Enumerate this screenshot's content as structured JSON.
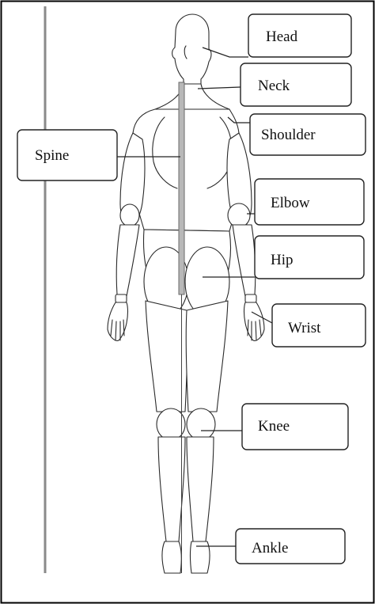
{
  "labels": {
    "head": "Head",
    "neck": "Neck",
    "shoulder": "Shoulder",
    "spine": "Spine",
    "elbow": "Elbow",
    "hip": "Hip",
    "wrist": "Wrist",
    "knee": "Knee",
    "ankle": "Ankle"
  }
}
